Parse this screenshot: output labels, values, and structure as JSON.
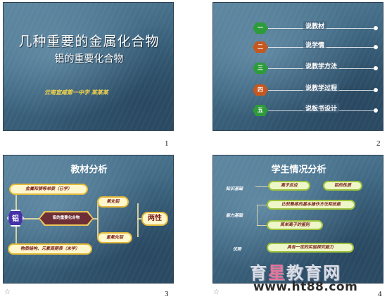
{
  "slides": [
    {
      "number": "1",
      "title": "几种重要的金属化合物",
      "subtitle": "铝的重要化合物",
      "author": "云南宣威第一中学   某某某"
    },
    {
      "number": "2",
      "menu": [
        {
          "badge": "一",
          "label": "说教材",
          "color": "#2e9b3a"
        },
        {
          "badge": "二",
          "label": "说学情",
          "color": "#c5571f"
        },
        {
          "badge": "三",
          "label": "说教学方法",
          "color": "#2e9b3a"
        },
        {
          "badge": "四",
          "label": "说教学过程",
          "color": "#c5571f"
        },
        {
          "badge": "五",
          "label": "说板书设计",
          "color": "#2e9b3a"
        }
      ]
    },
    {
      "number": "3",
      "title": "教材分析",
      "center": "铝的重要化合物",
      "element": "铝",
      "top_left": "金属和镁等单质（已学）",
      "bottom_left": "物质结构、元素周期表（未学）",
      "oxide": "氧化铝",
      "hydroxide": "氢氧化铝",
      "property": "两性"
    },
    {
      "number": "4",
      "title": "学生情况分析",
      "knowledge_label": "知识基础",
      "ability_label": "能力基础",
      "weakness_label": "优势",
      "pill_knowledge_1": "离子反应",
      "pill_knowledge_2": "铝的性质",
      "pill_ability_1": "比较熟练的基本操作方法和技能",
      "pill_ability_2": "简单离子的鉴别",
      "pill_weakness": "具有一定的实验探究能力"
    }
  ],
  "watermark": {
    "brand_prefix": "育",
    "brand_highlight": "星",
    "brand_suffix": "教育网",
    "url": "www.ht88.com"
  },
  "colors": {
    "accent_green": "#2e9b3a",
    "accent_orange": "#c5571f",
    "author_yellow": "#f3d44a"
  }
}
